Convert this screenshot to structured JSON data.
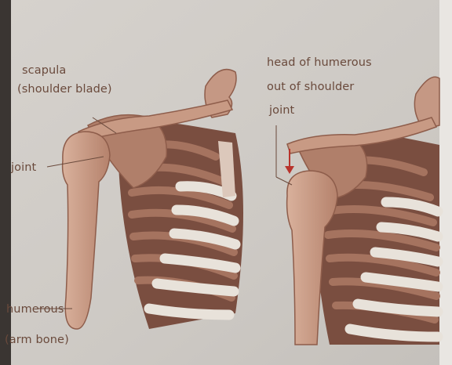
{
  "left_panel": {
    "scapula_label": "scapula",
    "scapula_sub_label": "(shoulder blade)",
    "joint_label": "joint",
    "humerous_label": "humerous",
    "humerous_sub_label": "(arm bone)"
  },
  "right_panel": {
    "head_label_line1": "head of humerous",
    "head_label_line2": "out of shoulder",
    "head_label_line3": "joint"
  },
  "colors": {
    "page_background": "#cfcbc6",
    "bone": "#c89a84",
    "bone_dark": "#8e5d4b",
    "rib_light": "#e8e2da",
    "label_text": "#6a4a3c",
    "arrow": "#b8332c"
  }
}
